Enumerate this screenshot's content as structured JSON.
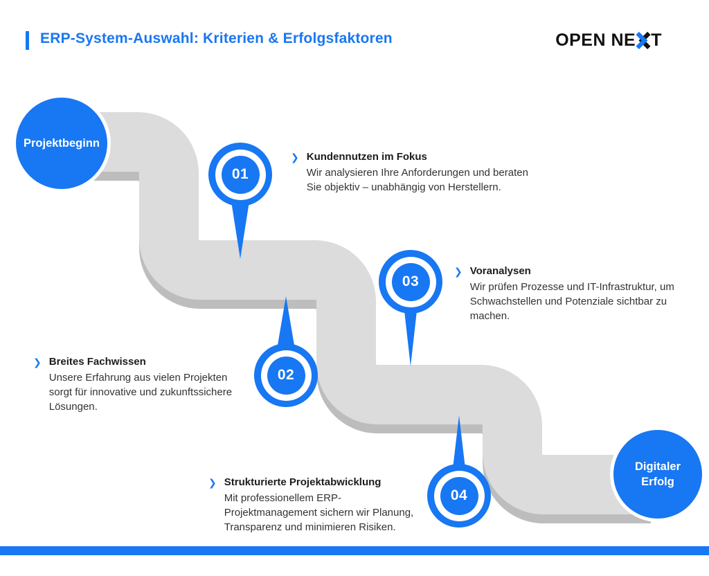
{
  "header": {
    "title": "ERP-System-Auswahl: Kriterien & Erfolgsfaktoren",
    "logo_prefix": "OPEN NE",
    "logo_suffix": "T"
  },
  "nodes": {
    "start": {
      "label": "Projektbeginn"
    },
    "end": {
      "label": "Digitaler Erfolg"
    }
  },
  "milestones": [
    {
      "number": "01",
      "title": "Kundennutzen im Fokus",
      "description": "Wir analysieren Ihre Anforderungen und beraten Sie objektiv – unabhängig von Herstellern."
    },
    {
      "number": "02",
      "title": "Breites Fachwissen",
      "description": "Unsere Erfahrung aus vielen Projekten sorgt für innovative und zukunftssichere Lösungen."
    },
    {
      "number": "03",
      "title": "Voranalysen",
      "description": "Wir prüfen Prozesse und IT-Infrastruktur, um Schwachstellen und Potenziale sichtbar zu machen."
    },
    {
      "number": "04",
      "title": "Strukturierte Projektabwicklung",
      "description": "Mit professionellem ERP-Projektmanagement sichern wir Planung, Transparenz und minimieren Risiken."
    }
  ],
  "icons": {
    "bullet": "❯"
  },
  "colors": {
    "primary_blue": "#1877F2",
    "road_gray": "#DCDCDC",
    "road_shadow_gray": "#BDBDBD",
    "text_dark": "#1c1c1c",
    "logo_black": "#111111",
    "background": "#FFFFFF"
  }
}
